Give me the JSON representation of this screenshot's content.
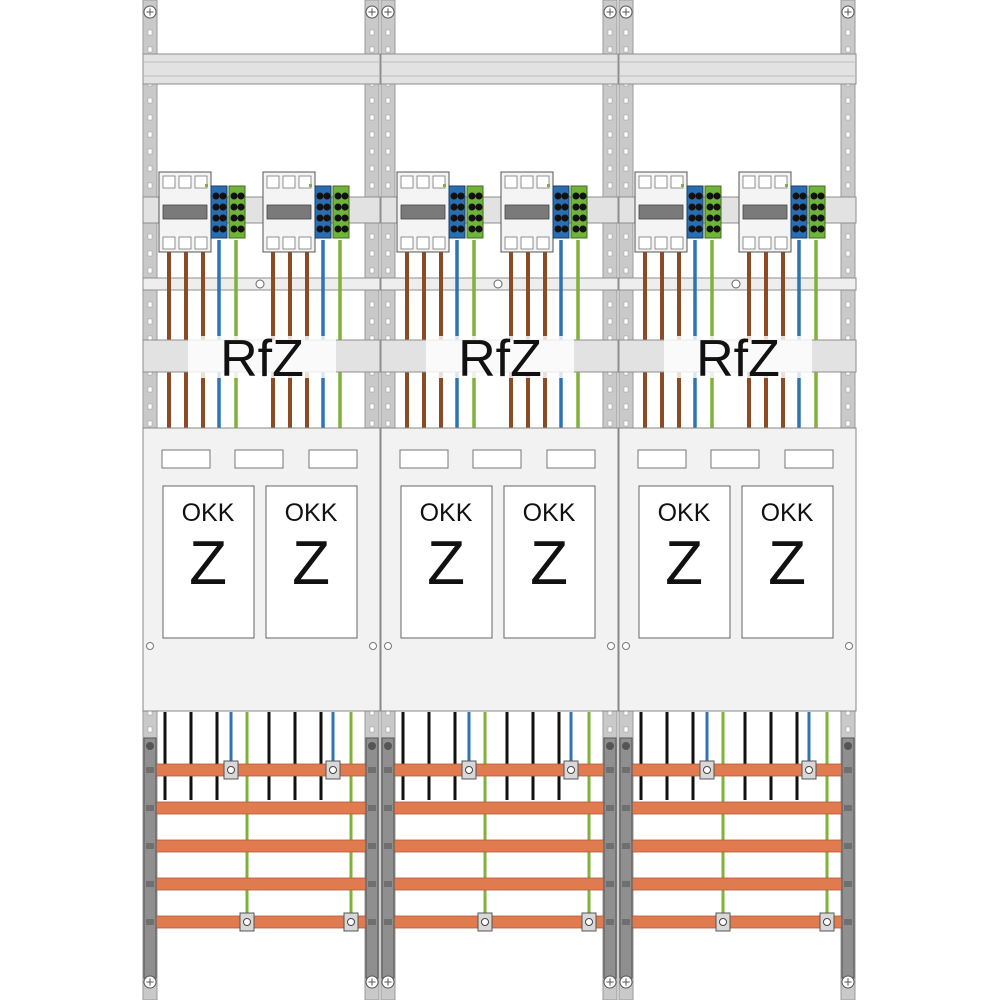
{
  "diagram": {
    "sections": [
      {
        "rfz_label": "RfZ",
        "meter_slots": [
          {
            "okk_label": "OKK",
            "z_label": "Z"
          },
          {
            "okk_label": "OKK",
            "z_label": "Z"
          }
        ]
      },
      {
        "rfz_label": "RfZ",
        "meter_slots": [
          {
            "okk_label": "OKK",
            "z_label": "Z"
          },
          {
            "okk_label": "OKK",
            "z_label": "Z"
          }
        ]
      },
      {
        "rfz_label": "RfZ",
        "meter_slots": [
          {
            "okk_label": "OKK",
            "z_label": "Z"
          },
          {
            "okk_label": "OKK",
            "z_label": "Z"
          }
        ]
      }
    ]
  },
  "colors": {
    "frame_rail": "#c9c9c9",
    "din_rail": "#e2e2e2",
    "panel": "#f2f2f2",
    "wire_brown": "#8a4b25",
    "wire_blue": "#2f73b5",
    "wire_green_yellow": "#7fb23a",
    "wire_black": "#111111",
    "busbar_copper": "#e07a4f",
    "terminal_blue": "#2a6db0",
    "terminal_green": "#6fb33a"
  },
  "icons": [
    "screw-icon",
    "breaker-icon",
    "terminal-block-icon",
    "busbar-clamp-icon"
  ]
}
